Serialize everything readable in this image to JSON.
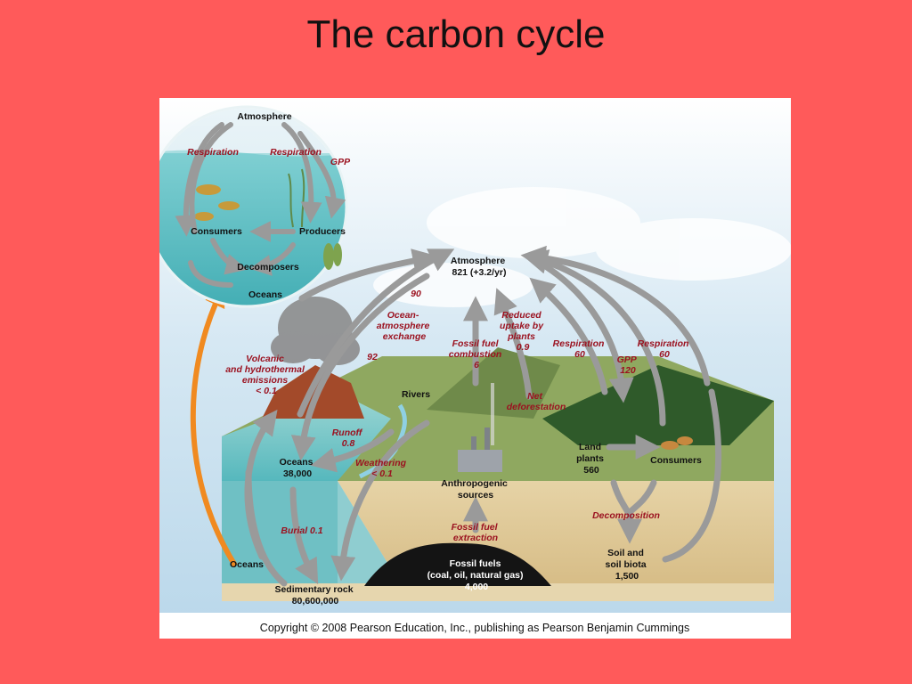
{
  "slide": {
    "title": "The carbon cycle"
  },
  "inset": {
    "atmosphere": "Atmosphere",
    "respiration_left": "Respiration",
    "respiration_right": "Respiration",
    "gpp": "GPP",
    "consumers": "Consumers",
    "producers": "Producers",
    "decomposers": "Decomposers",
    "oceans": "Oceans"
  },
  "pools": {
    "atmosphere": [
      "Atmosphere",
      "821 (+3.2/yr)"
    ],
    "oceans_pool": [
      "Oceans",
      "38,000"
    ],
    "rivers": "Rivers",
    "anthropogenic": [
      "Anthropogenic",
      "sources"
    ],
    "land_plants": [
      "Land",
      "plants",
      "560"
    ],
    "consumers": "Consumers",
    "soil": [
      "Soil and",
      "soil biota",
      "1,500"
    ],
    "fossil_fuels": [
      "Fossil fuels",
      "(coal, oil, natural gas)",
      "4,000"
    ],
    "sedimentary": [
      "Sedimentary rock",
      "80,600,000"
    ],
    "oceans_side": "Oceans"
  },
  "fluxes": {
    "ocean_up": "90",
    "ocean_exchange": [
      "Ocean-",
      "atmosphere",
      "exchange"
    ],
    "ocean_down": "92",
    "volcanic": [
      "Volcanic",
      "and hydrothermal",
      "emissions",
      "< 0.1"
    ],
    "fossil_combustion": [
      "Fossil fuel",
      "combustion",
      "6"
    ],
    "reduced_uptake": [
      "Reduced",
      "uptake by",
      "plants",
      "0.9"
    ],
    "respiration_plants": [
      "Respiration",
      "60"
    ],
    "gpp": [
      "GPP",
      "120"
    ],
    "respiration_consumers": [
      "Respiration",
      "60"
    ],
    "net_deforestation": [
      "Net",
      "deforestation"
    ],
    "runoff": [
      "Runoff",
      "0.8"
    ],
    "weathering": [
      "Weathering",
      "< 0.1"
    ],
    "burial": "Burial 0.1",
    "fossil_extraction": [
      "Fossil fuel",
      "extraction"
    ],
    "decomposition": "Decomposition"
  },
  "copyright": "Copyright © 2008 Pearson Education, Inc., publishing as Pearson Benjamin Cummings"
}
